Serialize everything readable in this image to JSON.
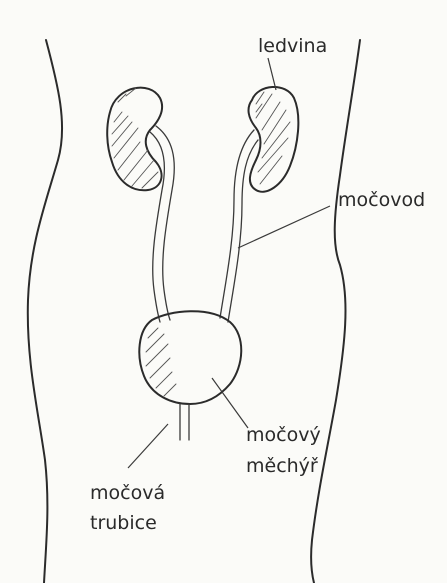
{
  "labels": {
    "kidney": "ledvina",
    "ureter": "močovod",
    "bladder_line1": "močový",
    "bladder_line2": "měchýř",
    "urethra_line1": "močová",
    "urethra_line2": "trubice"
  },
  "colors": {
    "ink": "#2b2b2b",
    "paper": "#fbfbf8"
  }
}
